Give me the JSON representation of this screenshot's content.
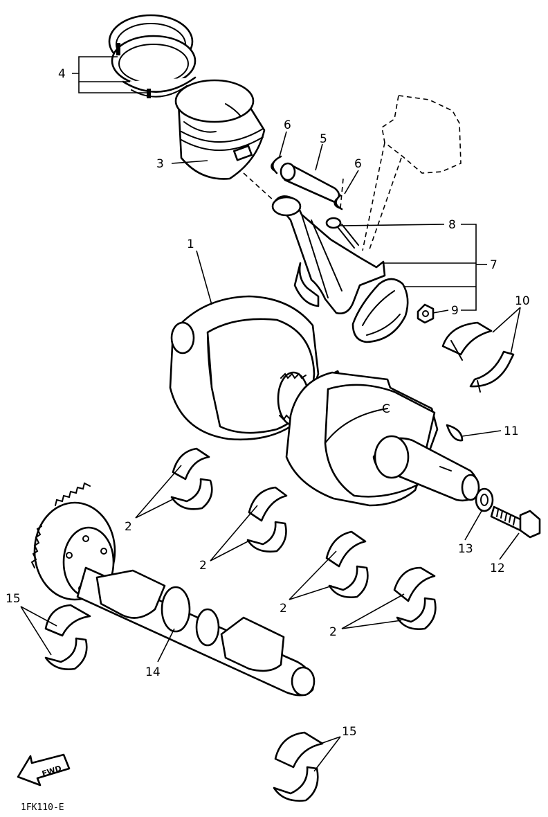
{
  "labels": {
    "crankshaft": "1",
    "bearings_main": "2",
    "piston": "3",
    "piston_rings": "4",
    "piston_pin": "5",
    "clip": "6",
    "conrod_assy": "7",
    "conrod_bolt": "8",
    "conrod_nut": "9",
    "conrod_bearing": "10",
    "key": "11",
    "bolt": "12",
    "washer": "13",
    "balancer_shaft": "14",
    "balancer_bearing": "15"
  },
  "fwd_text": "FWD",
  "drawing_code": "1FK110-E"
}
